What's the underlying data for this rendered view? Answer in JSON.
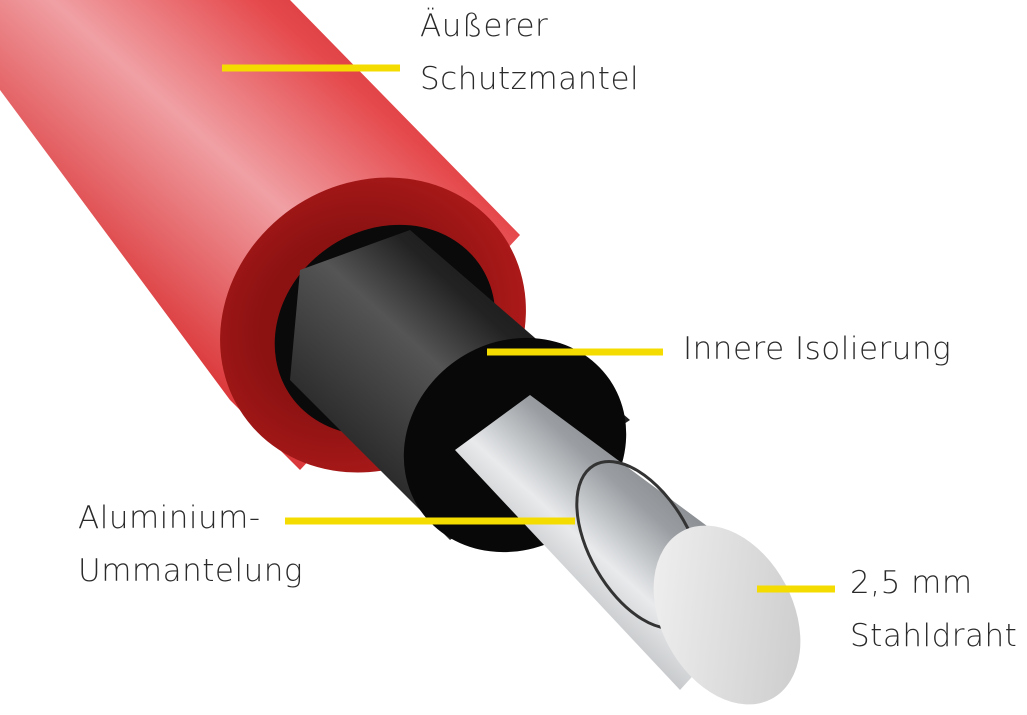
{
  "diagram": {
    "subject": "cable-cross-section",
    "colors": {
      "outer_sheath": "#d8282a",
      "inner_insulation": "#111111",
      "core": "#b8bcc0",
      "leader_lines": "#f5dc00",
      "text": "#2a2a2a"
    },
    "labels": {
      "outer_sheath": [
        "Äußerer",
        "Schutzmantel"
      ],
      "inner_insulation": "Innere Isolierung",
      "aluminium": [
        "Aluminium-",
        "Ummantelung"
      ],
      "steel_wire": [
        "2,5 mm",
        "Stahldraht"
      ]
    }
  }
}
